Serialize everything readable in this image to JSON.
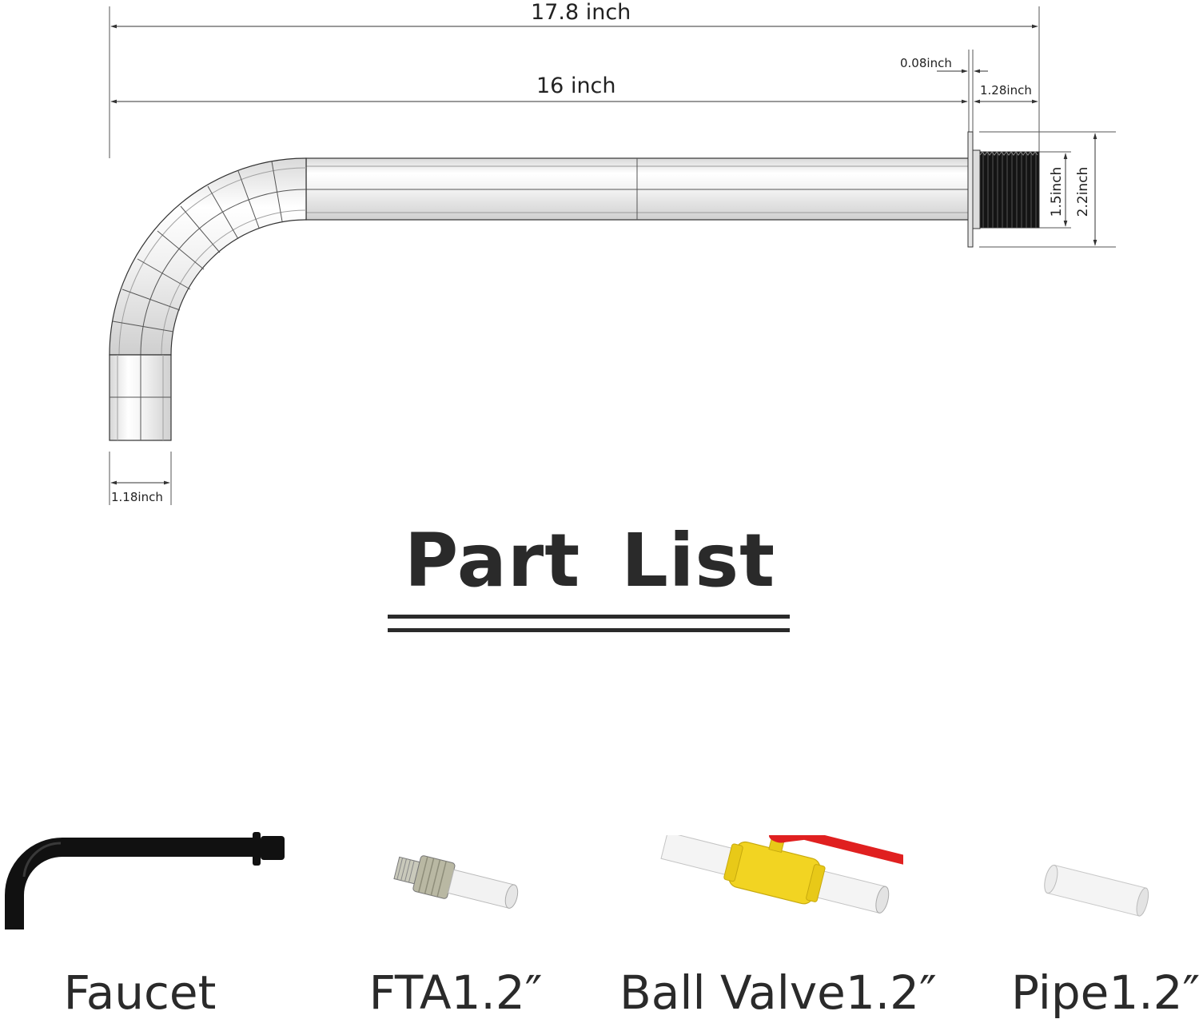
{
  "dimensions": {
    "overall_length": "17.8 inch",
    "arm_length": "16 inch",
    "flange_thickness": "0.08inch",
    "thread_length": "1.28inch",
    "thread_diameter": "1.5inch",
    "flange_diameter": "2.2inch",
    "outlet_diameter": "1.18inch"
  },
  "section": {
    "title": "Part List"
  },
  "parts": [
    {
      "label": "Faucet",
      "icon": "faucet-icon"
    },
    {
      "label": "FTA1.2″",
      "icon": "fta-fitting-icon"
    },
    {
      "label": "Ball Valve1.2″",
      "icon": "ball-valve-icon"
    },
    {
      "label": "Pipe1.2″",
      "icon": "pipe-icon"
    }
  ],
  "colors": {
    "line": "#333333",
    "pipe_fill": "#f4f4f4",
    "thread": "#111111",
    "valve_yellow": "#f2d422",
    "handle_red": "#e02020",
    "fitting_gray": "#b9b8a3",
    "faucet_black": "#111111"
  }
}
